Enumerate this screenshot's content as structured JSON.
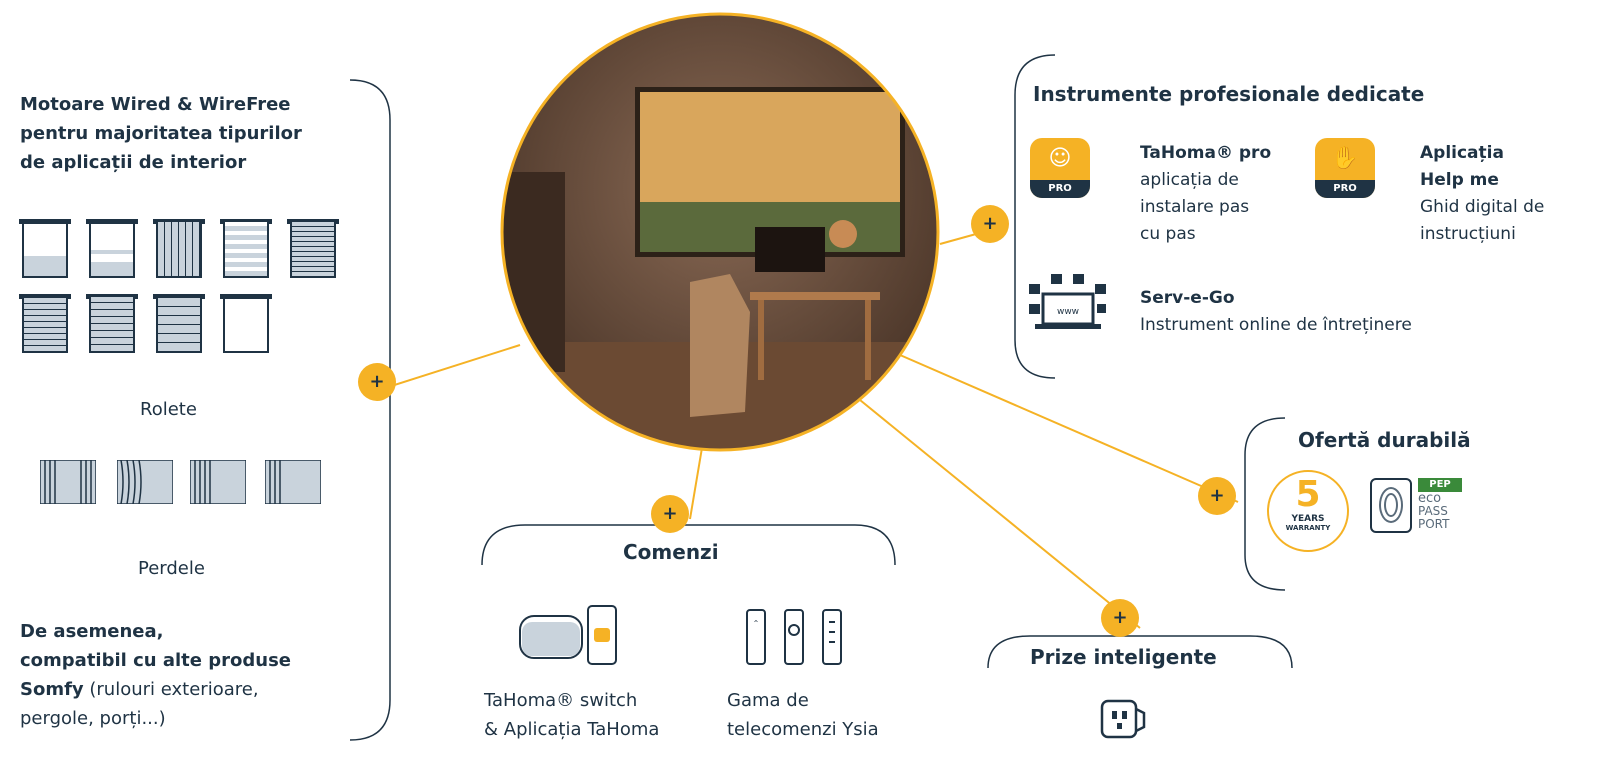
{
  "colors": {
    "accent": "#f5b225",
    "navy": "#1f3344",
    "light_fill": "#c9d3dc"
  },
  "left": {
    "heading_l1": "Motoare Wired & WireFree",
    "heading_l2": "pentru majoritatea tipurilor",
    "heading_l3": "de aplicații de interior",
    "rolete": "Rolete",
    "perdele": "Perdele",
    "also_l1": "De asemenea,",
    "also_l2": "compatibil cu alte produse",
    "also_l3_bold": "Somfy",
    "also_l3_rest": " (rulouri exterioare,",
    "also_l4": "pergole, porți...)"
  },
  "plus_symbol": "+",
  "professional": {
    "title": "Instrumente profesionale dedicate",
    "tahoma_pro_title": "TaHoma® pro",
    "tahoma_pro_l1": "aplicația de",
    "tahoma_pro_l2": "instalare pas",
    "tahoma_pro_l3": "cu pas",
    "helpme_title_l1": "Aplicația",
    "helpme_title_l2": "Help me",
    "helpme_l1": "Ghid digital de",
    "helpme_l2": "instrucțiuni",
    "pro_badge": "PRO",
    "serv_title": "Serv-e-Go",
    "serv_desc": "Instrument online de întreținere",
    "www": "www"
  },
  "sustainable": {
    "title": "Ofertă durabilă",
    "warranty_number": "5",
    "warranty_l1": "YEARS",
    "warranty_l2": "WARRANTY",
    "pep": "PEP",
    "eco": "eco",
    "pass": "PASS",
    "port": "PORT"
  },
  "controls": {
    "title": "Comenzi",
    "switch_l1": "TaHoma® switch",
    "switch_l2": "& Aplicația TaHoma",
    "remotes_l1": "Gama de",
    "remotes_l2": "telecomenzi Ysia"
  },
  "plugs": {
    "title": "Prize inteligente"
  }
}
